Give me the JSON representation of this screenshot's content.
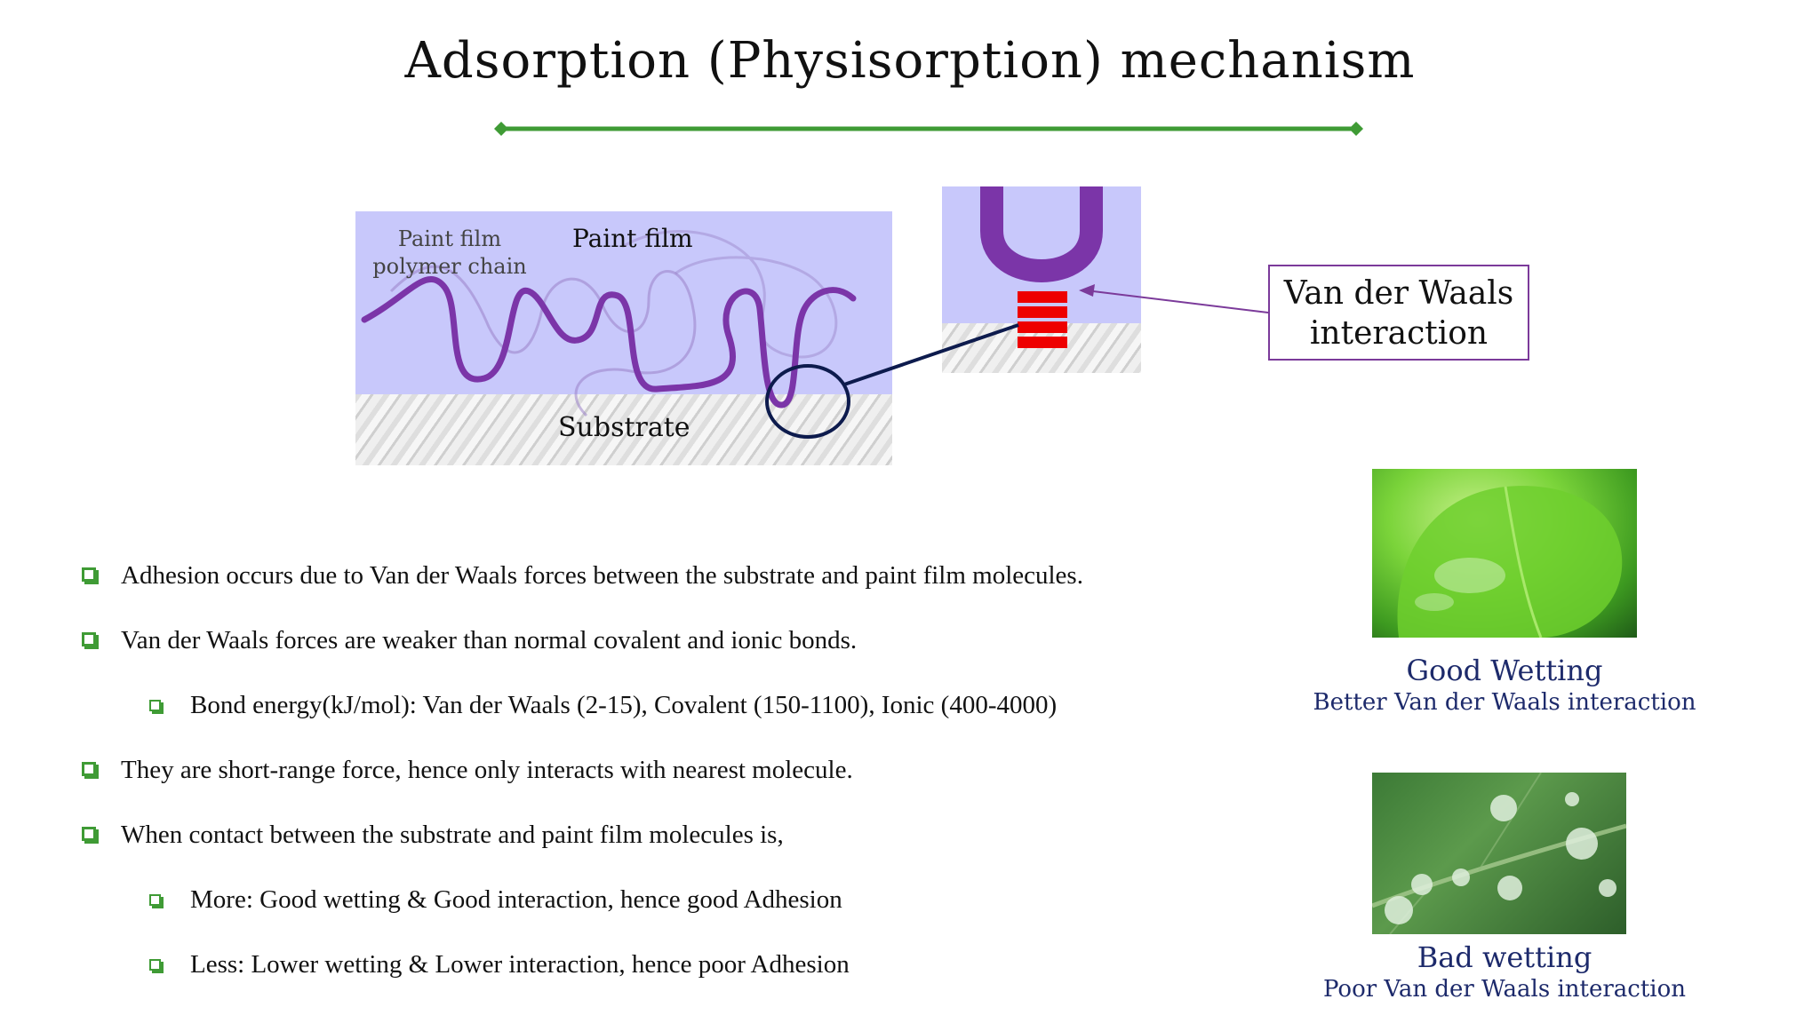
{
  "title": "Adsorption (Physisorption) mechanism",
  "colors": {
    "accent_green": "#3f9b35",
    "paint_film": "#c8c8fb",
    "polymer_chain": "#7b35a8",
    "bond_red": "#ee0000",
    "navy": "#0d1b4d",
    "caption_blue": "#1d2a6b"
  },
  "diagram": {
    "chain_label": "Paint film polymer chain",
    "paint_label": "Paint film",
    "substrate_label": "Substrate",
    "vdw_label": "Van der Waals interaction"
  },
  "bullets": [
    {
      "level": 1,
      "text": "Adhesion occurs due to Van der Waals forces between the substrate and paint film molecules."
    },
    {
      "level": 1,
      "text": "Van der Waals forces are weaker than normal covalent and ionic bonds."
    },
    {
      "level": 2,
      "text": "Bond energy(kJ/mol): Van der Waals (2-15), Covalent (150-1100), Ionic (400-4000)"
    },
    {
      "level": 1,
      "text": "They are short-range force, hence only interacts with nearest molecule."
    },
    {
      "level": 1,
      "text": "When contact between the substrate and paint film molecules is,"
    },
    {
      "level": 2,
      "text": "More: Good wetting & Good interaction, hence good Adhesion"
    },
    {
      "level": 2,
      "text": "Less: Lower wetting & Lower interaction, hence poor Adhesion"
    }
  ],
  "images": {
    "good": {
      "title": "Good Wetting",
      "subtitle": "Better Van der Waals interaction"
    },
    "bad": {
      "title": "Bad wetting",
      "subtitle": "Poor Van der Waals interaction"
    }
  }
}
